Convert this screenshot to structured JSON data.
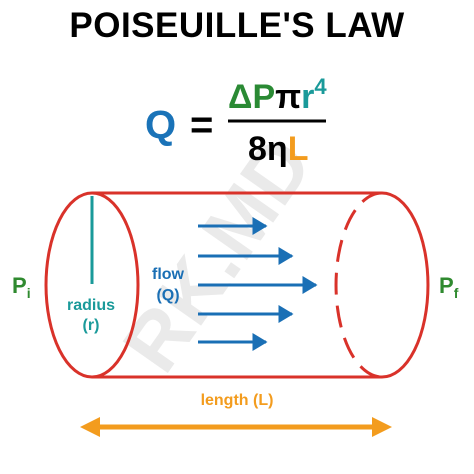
{
  "title": "POISEUILLE'S LAW",
  "equation": {
    "lhs": "Q",
    "equals": "=",
    "numerator": {
      "delta_p": "ΔP",
      "pi": "π",
      "r": "r",
      "exponent": "4"
    },
    "denominator": {
      "eight_eta": "8η",
      "length": "L"
    }
  },
  "labels": {
    "pressure_in_base": "P",
    "pressure_in_sub": "i",
    "pressure_out_base": "P",
    "pressure_out_sub": "f",
    "radius_line1": "radius",
    "radius_line2": "(r)",
    "flow_line1": "flow",
    "flow_line2": "(Q)",
    "length": "length (L)"
  },
  "watermark": "RK.MD",
  "colors": {
    "q_blue": "#1a73b8",
    "delta_green": "#2a8a34",
    "r_teal": "#1a9a9a",
    "l_orange": "#f39c1e",
    "tube_red": "#d9322a",
    "arrow_blue": "#1a6fb5",
    "pressure_green": "#2f8a2f"
  }
}
